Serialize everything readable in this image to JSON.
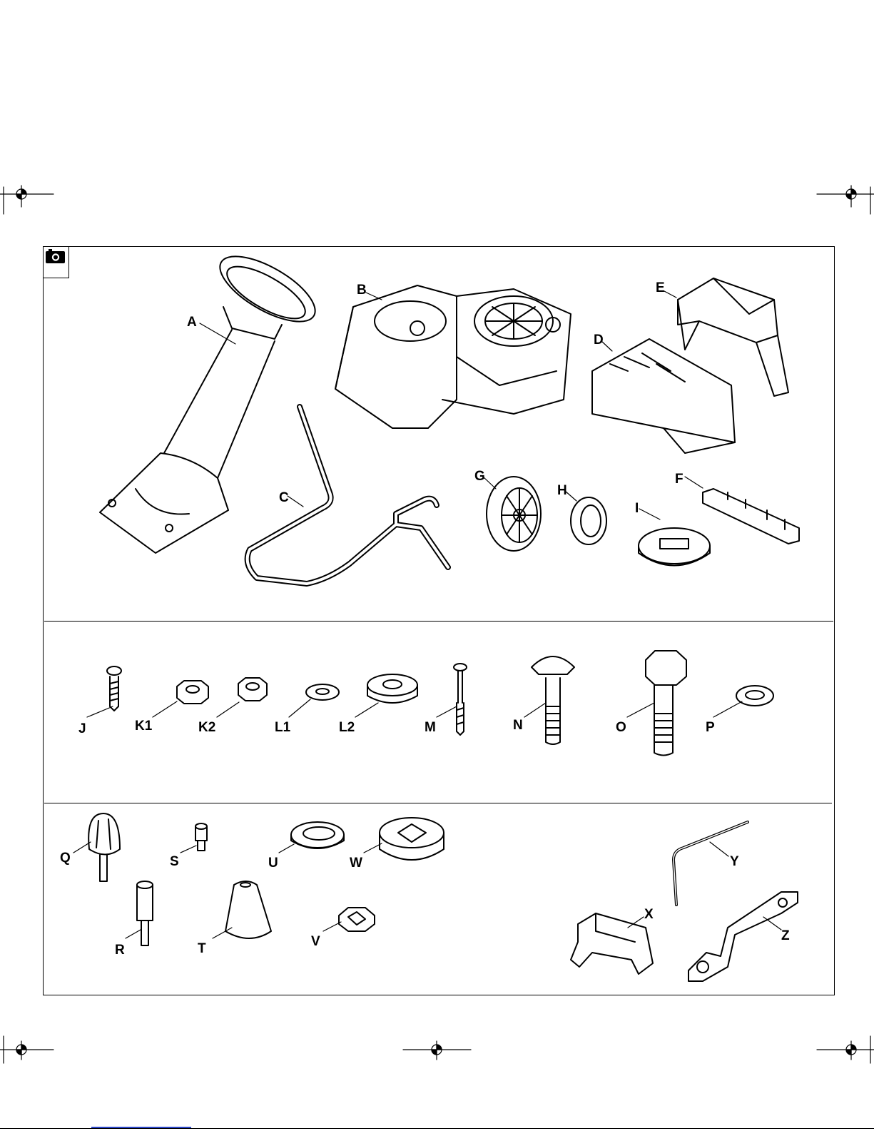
{
  "labels": {
    "A": "A",
    "B": "B",
    "C": "C",
    "D": "D",
    "E": "E",
    "F": "F",
    "G": "G",
    "H": "H",
    "I": "I",
    "J": "J",
    "K1": "K1",
    "K2": "K2",
    "L1": "L1",
    "L2": "L2",
    "M": "M",
    "N": "N",
    "O": "O",
    "P": "P",
    "Q": "Q",
    "R": "R",
    "S": "S",
    "T": "T",
    "U": "U",
    "V": "V",
    "W": "W",
    "X": "X",
    "Y": "Y",
    "Z": "Z"
  },
  "icons": {
    "camera": "camera-icon",
    "registration_mark": "crosshair-registration-icon"
  },
  "colors": {
    "line": "#000000",
    "background": "#ffffff",
    "link": "#2a45c8"
  }
}
